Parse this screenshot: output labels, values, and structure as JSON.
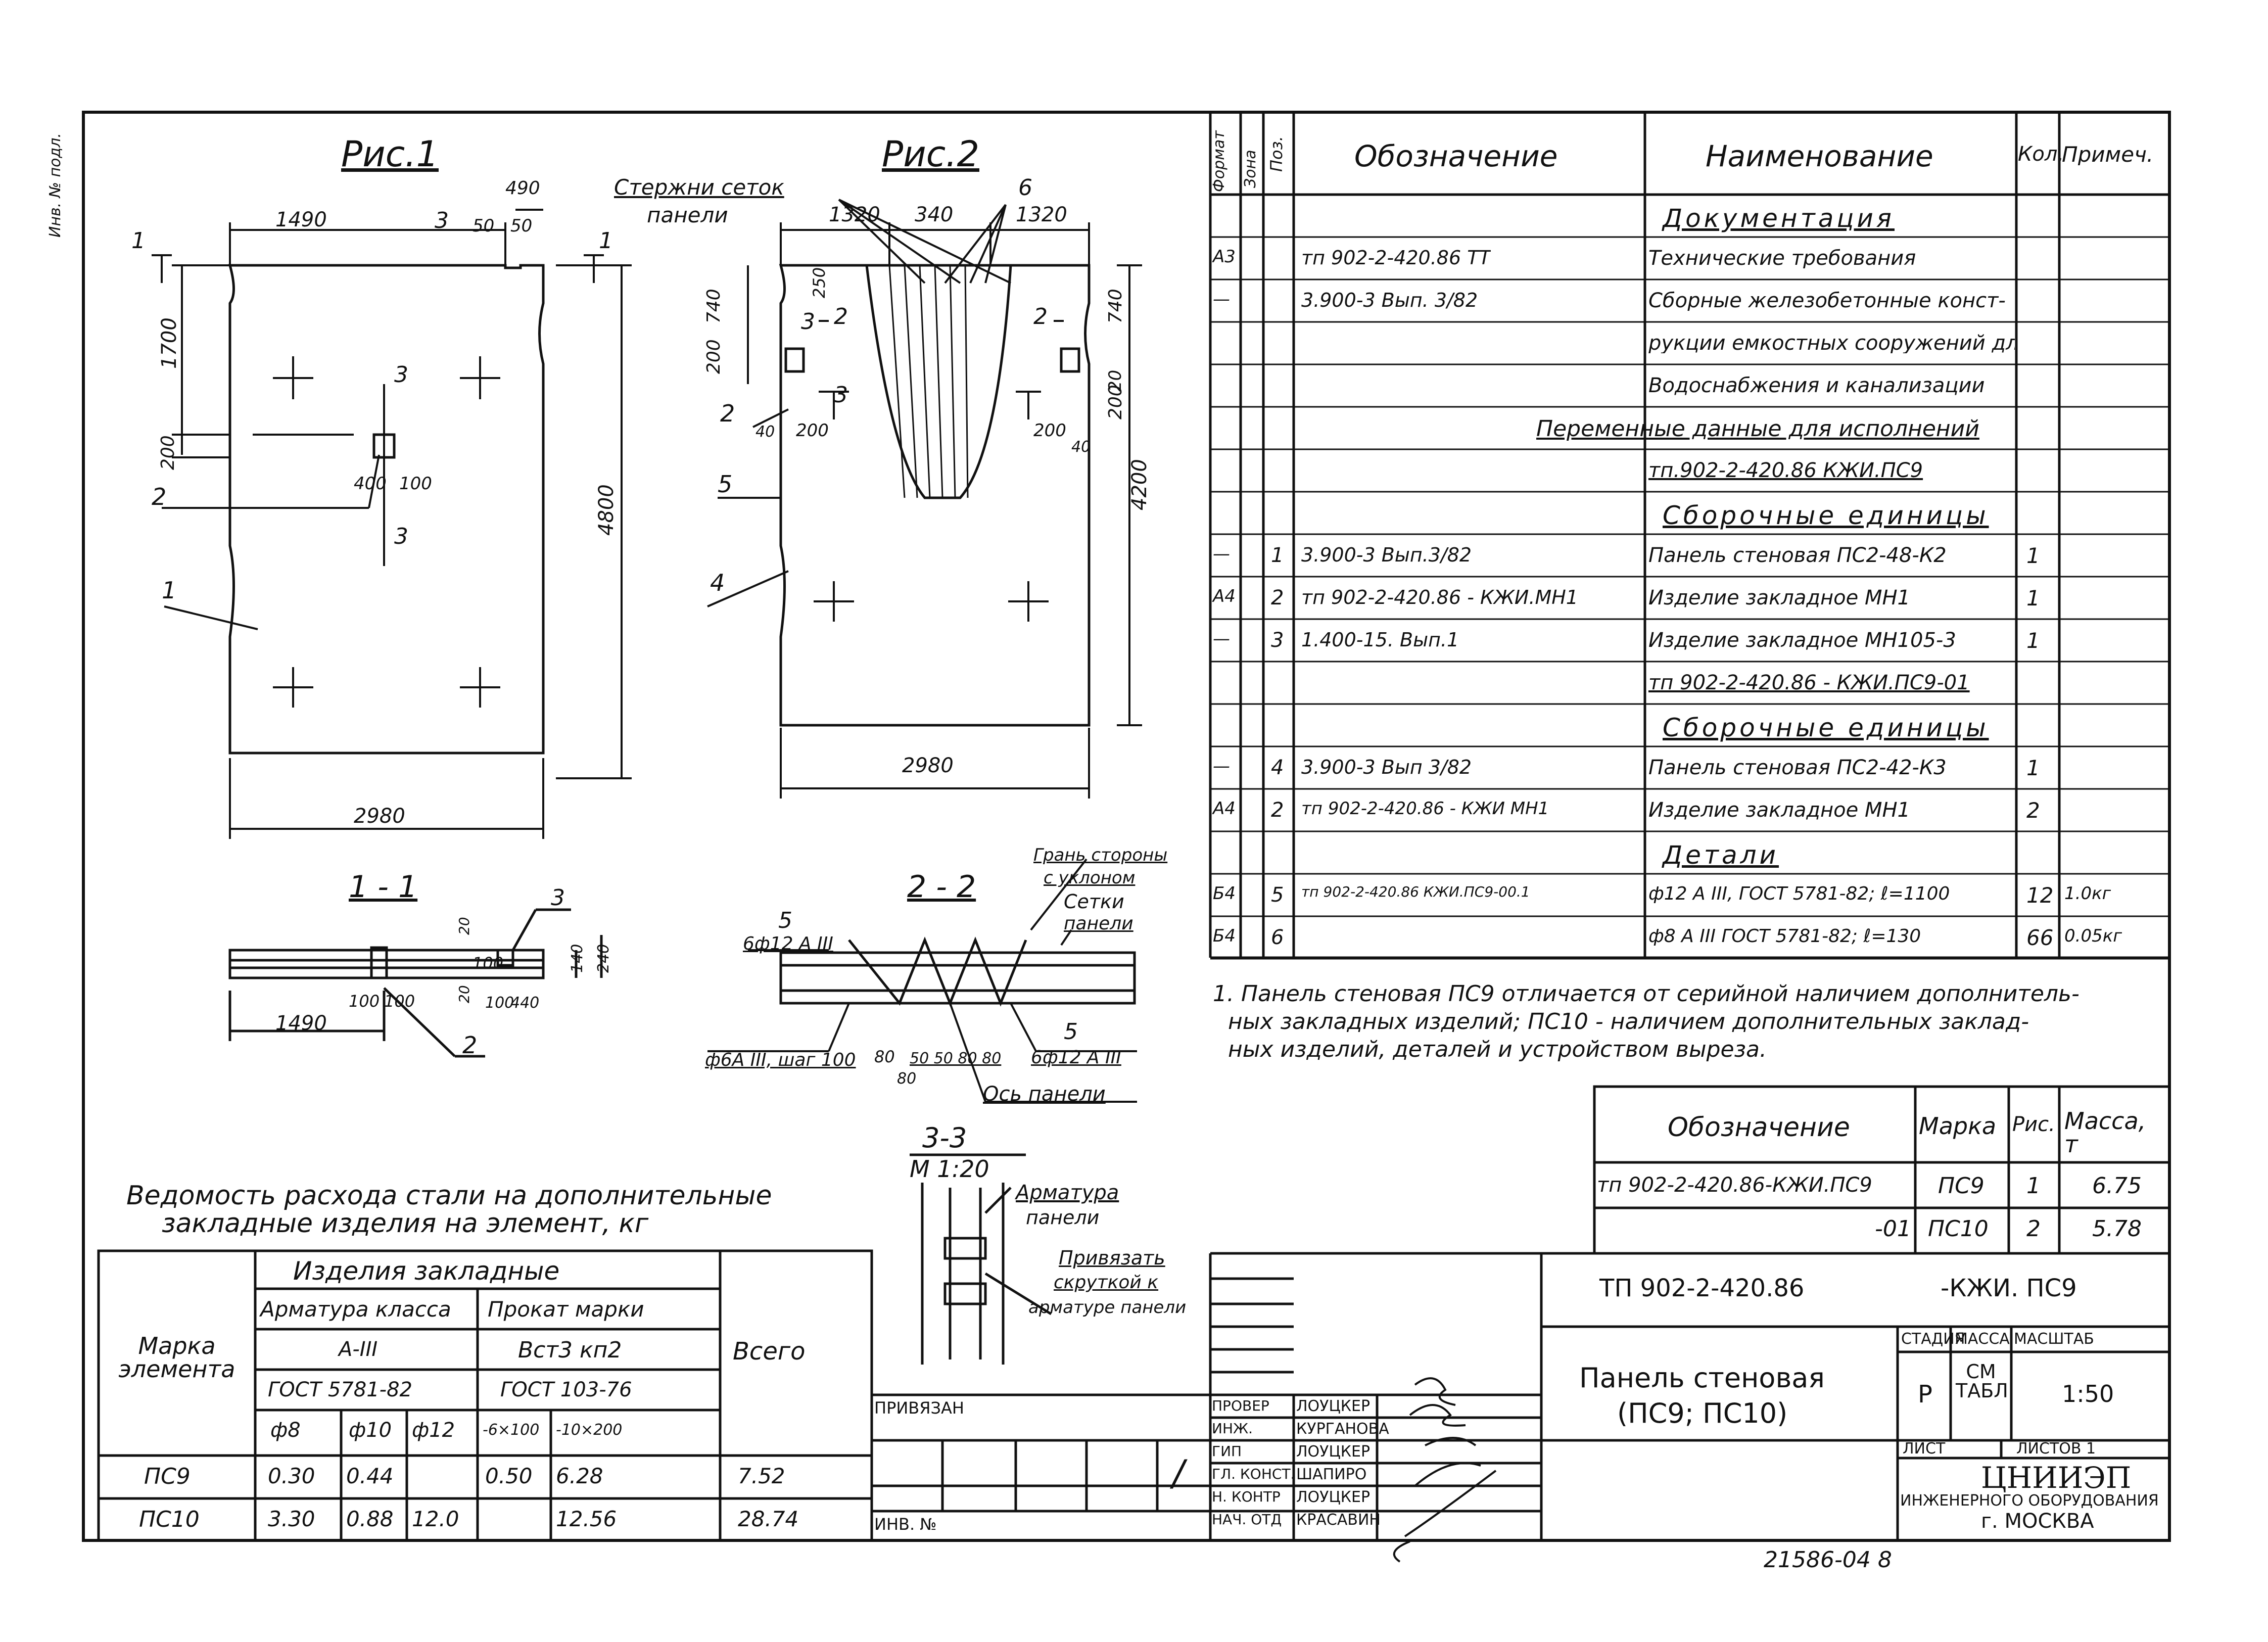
{
  "margin_note": "Инв. № подл.",
  "fig1": {
    "title": "Рис.1",
    "dims": {
      "top": "1490",
      "d490": "490",
      "d50a": "50",
      "d50b": "50",
      "left1700": "1700",
      "left200": "200",
      "right4800": "4800",
      "bottom": "2980",
      "d400": "400",
      "d100": "100"
    },
    "callouts": {
      "c1": "1",
      "c2": "2",
      "c3": "3",
      "sec1a": "1",
      "sec1b": "1",
      "sec3a": "3",
      "sec3b": "3"
    }
  },
  "fig2": {
    "title": "Рис.2",
    "rods_label_1": "Стержни сеток",
    "rods_label_2": "панели",
    "dims": {
      "d1320a": "1320",
      "d340": "340",
      "d1320b": "1320",
      "d250": "250",
      "d740a": "740",
      "d200": "200",
      "d740b": "740",
      "d4200": "4200",
      "d200b": "200",
      "d40a": "40",
      "d200c": "200",
      "d40b": "40",
      "d200d": "200",
      "d20": "20",
      "bottom": "2980"
    },
    "callouts": {
      "c6": "6",
      "c3": "3",
      "c2": "2",
      "c5": "5",
      "c4": "4",
      "sec2a": "2",
      "sec2b": "2",
      "sec3": "3"
    }
  },
  "section11": {
    "title": "1 - 1",
    "dims": {
      "d1490": "1490",
      "d20a": "20",
      "d100a": "100",
      "d140": "140",
      "d240": "240",
      "d20b": "20",
      "d100b": "100",
      "d100c": "100",
      "d100d": "100",
      "d440": "440"
    },
    "callouts": {
      "c3": "3",
      "c2": "2"
    }
  },
  "section22": {
    "title": "2 - 2",
    "labels": {
      "face": "Грань стороны",
      "face2": "с уклоном",
      "mesh": "Сетки",
      "mesh2": "панели",
      "c5a": "5",
      "rebar1": "6ф12 А III",
      "rebar2": "ф6А III, шаг 100",
      "d80a": "80",
      "dims": "50 50 80 80",
      "d80b": "80",
      "c5b": "5",
      "rebar3": "6ф12 А III",
      "axis": "Ось панели"
    }
  },
  "section33": {
    "title": "3-3",
    "scale": "М 1:20",
    "arm1": "Арматура",
    "arm2": "панели",
    "tie1": "Привязать",
    "tie2": "скруткой к",
    "tie3": "арматуре панели"
  },
  "spec": {
    "headers": [
      "Формат",
      "Зона",
      "Поз.",
      "Обозначение",
      "Наименование",
      "Кол.",
      "Примеч."
    ],
    "rows": [
      {
        "fmt": "",
        "zone": "",
        "pos": "",
        "code": "",
        "name": "Документация",
        "qty": "",
        "note": "",
        "type": "section"
      },
      {
        "fmt": "А3",
        "zone": "",
        "pos": "",
        "code": "тп 902-2-420.86     ТТ",
        "name": "Технические требования",
        "qty": "",
        "note": ""
      },
      {
        "fmt": "—",
        "zone": "",
        "pos": "",
        "code": "3.900-3  Вып. 3/82",
        "name": "Сборные железобетонные конст-",
        "qty": "",
        "note": ""
      },
      {
        "fmt": "",
        "zone": "",
        "pos": "",
        "code": "",
        "name": "рукции емкостных сооружений для",
        "qty": "",
        "note": ""
      },
      {
        "fmt": "",
        "zone": "",
        "pos": "",
        "code": "",
        "name": "Водоснабжения и канализации",
        "qty": "",
        "note": ""
      },
      {
        "fmt": "",
        "zone": "",
        "pos": "",
        "code": "",
        "name": "Переменные данные для исполнений",
        "qty": "",
        "note": "",
        "type": "wide"
      },
      {
        "fmt": "",
        "zone": "",
        "pos": "",
        "code": "",
        "name": "тп.902-2-420.86      КЖИ.ПС9",
        "qty": "",
        "note": "",
        "type": "ul"
      },
      {
        "fmt": "",
        "zone": "",
        "pos": "",
        "code": "",
        "name": "Сборочные единицы",
        "qty": "",
        "note": "",
        "type": "section"
      },
      {
        "fmt": "—",
        "zone": "",
        "pos": "1",
        "code": "3.900-3 Вып.3/82",
        "name": "Панель стеновая ПС2-48-К2",
        "qty": "1",
        "note": ""
      },
      {
        "fmt": "А4",
        "zone": "",
        "pos": "2",
        "code": "тп 902-2-420.86 - КЖИ.МН1",
        "name": "Изделие закладное   МН1",
        "qty": "1",
        "note": ""
      },
      {
        "fmt": "—",
        "zone": "",
        "pos": "3",
        "code": "1.400-15.  Вып.1",
        "name": "Изделие закладное МН105-3",
        "qty": "1",
        "note": ""
      },
      {
        "fmt": "",
        "zone": "",
        "pos": "",
        "code": "",
        "name": "тп 902-2-420.86 - КЖИ.ПС9-01",
        "qty": "",
        "note": "",
        "type": "ul"
      },
      {
        "fmt": "",
        "zone": "",
        "pos": "",
        "code": "",
        "name": "Сборочные единицы",
        "qty": "",
        "note": "",
        "type": "section"
      },
      {
        "fmt": "—",
        "zone": "",
        "pos": "4",
        "code": "3.900-3 Вып 3/82",
        "name": "Панель стеновая ПС2-42-К3",
        "qty": "1",
        "note": ""
      },
      {
        "fmt": "А4",
        "zone": "",
        "pos": "2",
        "code": "тп 902-2-420.86 - КЖИ МН1",
        "name": "Изделие закладное МН1",
        "qty": "2",
        "note": ""
      },
      {
        "fmt": "",
        "zone": "",
        "pos": "",
        "code": "",
        "name": "Детали",
        "qty": "",
        "note": "",
        "type": "section"
      },
      {
        "fmt": "Б4",
        "zone": "",
        "pos": "5",
        "code": "тп 902-2-420.86 КЖИ.ПС9-00.1",
        "name": "ф12 А III, ГОСТ 5781-82; ℓ=1100",
        "qty": "12",
        "note": "1.0кг"
      },
      {
        "fmt": "Б4",
        "zone": "",
        "pos": "6",
        "code": "",
        "name": "ф8 А III  ГОСТ 5781-82; ℓ=130",
        "qty": "66",
        "note": "0.05кг"
      }
    ]
  },
  "note": {
    "line1": "1. Панель стеновая ПС9 отличается от серийной наличием дополнитель-",
    "line2": "ных закладных изделий; ПС10 - наличием дополнительных заклад-",
    "line3": "ных изделий, деталей и устройством выреза."
  },
  "variants": {
    "headers": [
      "Обозначение",
      "Марка",
      "Рис.",
      "Масса, т"
    ],
    "rows": [
      [
        "тп 902-2-420.86-КЖИ.ПС9",
        "ПС9",
        "1",
        "6.75"
      ],
      [
        "-01",
        "ПС10",
        "2",
        "5.78"
      ]
    ]
  },
  "steel": {
    "title1": "Ведомость расхода стали на дополнительные",
    "title2": "закладные изделия на элемент, кг",
    "h_mark": "Марка элемента",
    "h_items": "Изделия закладные",
    "h_rebar": "Арматура класса",
    "h_rolled": "Прокат марки",
    "h_class": "А-III",
    "h_grade": "Вст3 кп2",
    "h_gost1": "ГОСТ 5781-82",
    "h_gost2": "ГОСТ 103-76",
    "h_total": "Всего",
    "h_d8": "ф8",
    "h_d10": "ф10",
    "h_d12": "ф12",
    "h_p1": "-6×100",
    "h_p2": "-10×200",
    "rows": [
      {
        "mark": "ПС9",
        "d8": "0.30",
        "d10": "0.44",
        "d12": "",
        "p1": "0.50",
        "p2": "6.28",
        "total": "7.52"
      },
      {
        "mark": "ПС10",
        "d8": "3.30",
        "d10": "0.88",
        "d12": "12.0",
        "p1": "",
        "p2": "12.56",
        "total": "28.74"
      }
    ]
  },
  "title_block": {
    "code": "ТП 902-2-420.86",
    "code2": "-КЖИ. ПС9",
    "name1": "Панель стеновая",
    "name2": "(ПС9; ПС10)",
    "h_stage": "СТАДИЯ",
    "h_mass": "МАССА",
    "h_scale": "МАСШТАБ",
    "stage": "Р",
    "mass": "СМ ТАБЛ.",
    "scale": "1:50",
    "sheet": "ЛИСТ",
    "sheets": "ЛИСТОВ 1",
    "org1": "ЦНИИЭП",
    "org2": "ИНЖЕНЕРНОГО ОБОРУДОВАНИЯ",
    "org3": "г. МОСКВА",
    "bound": "ПРИВЯЗАН",
    "inv": "ИНВ. №",
    "signers": [
      {
        "role": "ПРОВЕР",
        "name": "ЛОУЦКЕР"
      },
      {
        "role": "ИНЖ.",
        "name": "КУРГАНОВА"
      },
      {
        "role": "ГИП",
        "name": "ЛОУЦКЕР"
      },
      {
        "role": "ГЛ. КОНСТ.",
        "name": "ШАПИРО"
      },
      {
        "role": "Н. КОНТР",
        "name": "ЛОУЦКЕР"
      },
      {
        "role": "НАЧ. ОТД",
        "name": "КРАСАВИН"
      }
    ],
    "slash": "/"
  },
  "footer_code": "21586-04   8"
}
